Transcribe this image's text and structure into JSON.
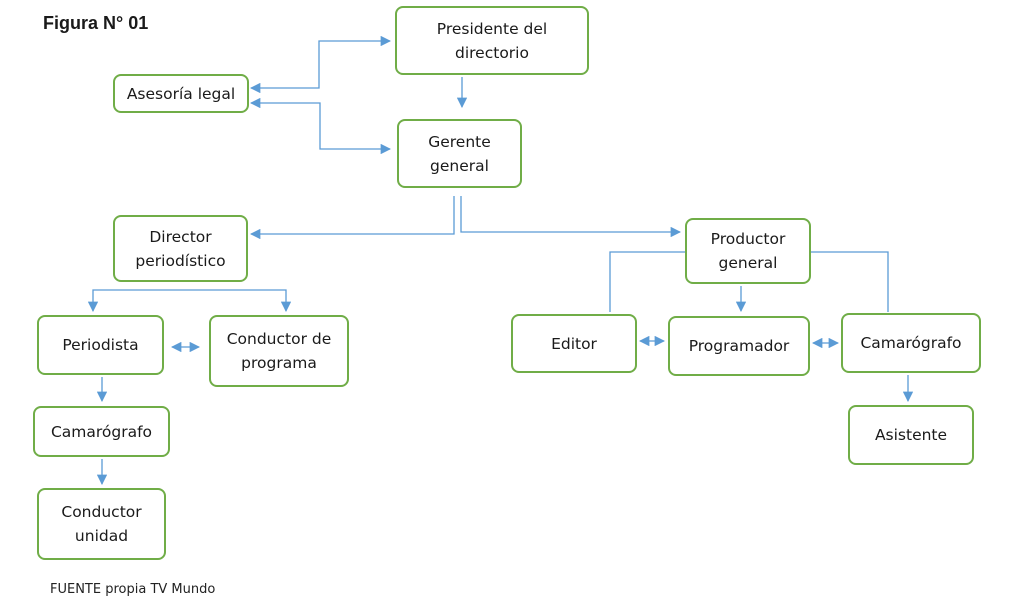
{
  "figure_title": "Figura N° 01",
  "source_note": "FUENTE propia TV Mundo",
  "colors": {
    "node_border": "#70ad47",
    "connector": "#5b9bd5",
    "text": "#1a1a1a"
  },
  "nodes": {
    "presidente": "Presidente del\ndirectorio",
    "asesoria": "Asesoría legal",
    "gerente": "Gerente\ngeneral",
    "director": "Director\nperiodístico",
    "productor": "Productor\ngeneral",
    "periodista": "Periodista",
    "conductor_programa": "Conductor de\nprograma",
    "camarografo_izq": "Camarógrafo",
    "conductor_unidad": "Conductor\nunidad",
    "editor": "Editor",
    "programador": "Programador",
    "camarografo_der": "Camarógrafo",
    "asistente": "Asistente"
  }
}
